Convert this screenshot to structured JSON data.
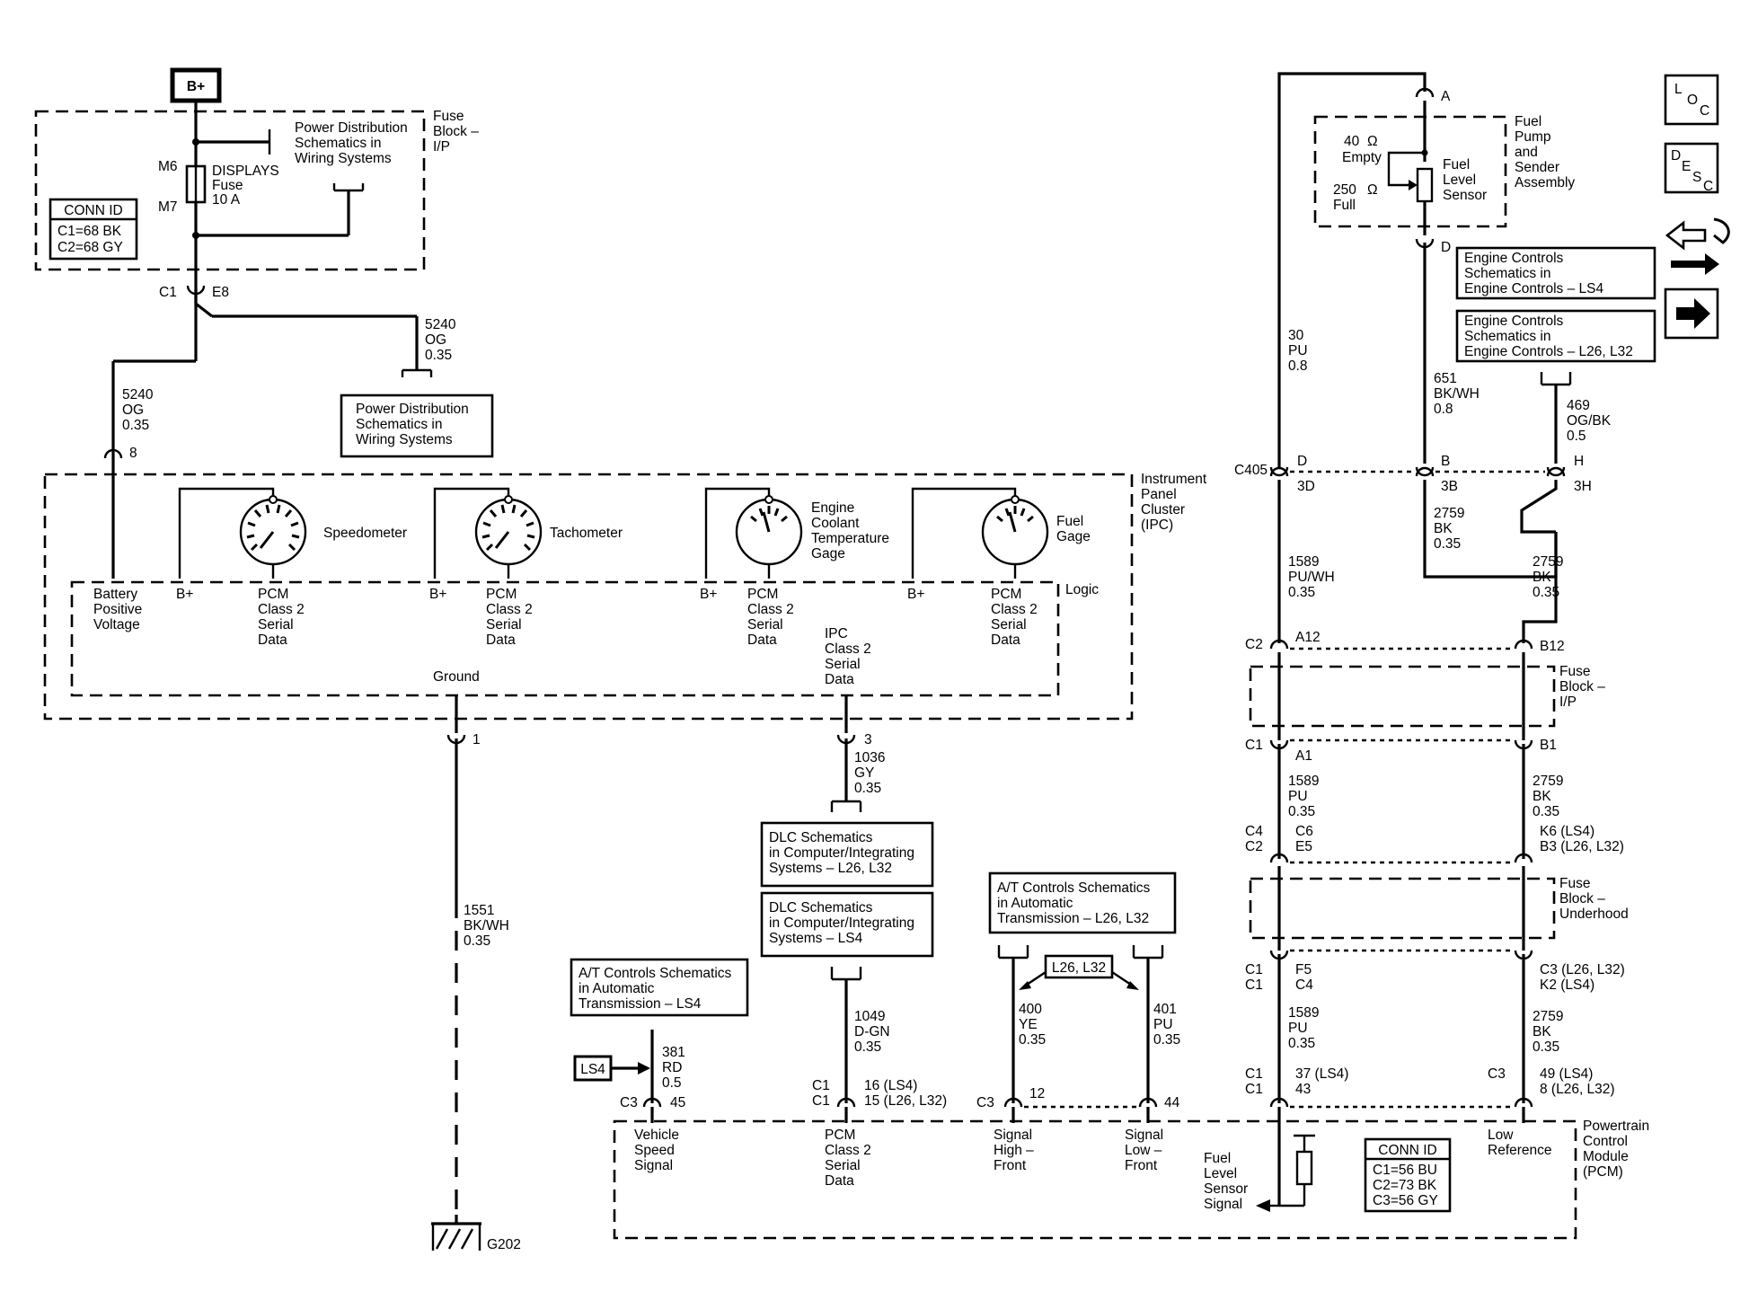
{
  "bplus_top": "B+",
  "fuse_block_ip": [
    "Fuse",
    "Block –",
    "I/P"
  ],
  "power_dist_ref_1": [
    "Power Distribution",
    "Schematics in",
    "Wiring  Systems"
  ],
  "fuse": {
    "pin_top": "M6",
    "pin_bottom": "M7",
    "name": "DISPLAYS",
    "line2": "Fuse",
    "rating": "10 A"
  },
  "conn_id_top": {
    "title": "CONN ID",
    "lines": [
      "C1=68 BK",
      "C2=68 GY"
    ]
  },
  "splice": {
    "left": "C1",
    "right": "E8"
  },
  "wire_5240_right": [
    "5240",
    "OG",
    "0.35"
  ],
  "power_dist_ref_2": [
    "Power Distribution",
    "Schematics in",
    "Wiring Systems"
  ],
  "wire_5240_left": [
    "5240",
    "OG",
    "0.35"
  ],
  "ipc_pin_8": "8",
  "ipc_label": [
    "Instrument",
    "Panel",
    "Cluster",
    "(IPC)"
  ],
  "logic_label": "Logic",
  "gauges": {
    "speedometer": "Speedometer",
    "tachometer": "Tachometer",
    "coolant": [
      "Engine",
      "Coolant",
      "Temperature",
      "Gage"
    ],
    "fuel": [
      "Fuel",
      "Gage"
    ]
  },
  "bplus_small": "B+",
  "battery_positive": [
    "Battery",
    "Positive",
    "Voltage"
  ],
  "pcm_serial": [
    "PCM",
    "Class 2",
    "Serial",
    "Data"
  ],
  "ipc_serial": [
    "IPC",
    "Class 2",
    "Serial",
    "Data"
  ],
  "ground_label": "Ground",
  "ipc_pin_1": "1",
  "ipc_pin_3": "3",
  "wire_1036": [
    "1036",
    "GY",
    "0.35"
  ],
  "dlc_ref_1": [
    "DLC Schematics",
    "in Computer/Integrating",
    "Systems – L26, L32"
  ],
  "dlc_ref_2": [
    "DLC Schematics",
    "in Computer/Integrating",
    "Systems – LS4"
  ],
  "wire_1551": [
    "1551",
    "BK/WH",
    "0.35"
  ],
  "ground_id": "G202",
  "at_ref_ls4": [
    "A/T Controls Schematics",
    "in Automatic",
    "Transmission – LS4"
  ],
  "ls4_tag": "LS4",
  "wire_381": [
    "381",
    "RD",
    "0.5"
  ],
  "pin_c3": "C3",
  "pin_45": "45",
  "wire_1049": [
    "1049",
    "D-GN",
    "0.35"
  ],
  "pcm_c1_pair": [
    "C1",
    "C1"
  ],
  "pcm_pin_16_15": [
    "16 (LS4)",
    "15 (L26, L32)"
  ],
  "at_ref_l26": [
    "A/T Controls Schematics",
    "in Automatic",
    "Transmission – L26, L32"
  ],
  "l26_tag": "L26, L32",
  "wire_400": [
    "400",
    "YE",
    "0.35"
  ],
  "wire_401": [
    "401",
    "PU",
    "0.35"
  ],
  "pin_12": "12",
  "pin_44": "44",
  "pcm_inputs": {
    "vss": [
      "Vehicle",
      "Speed",
      "Signal"
    ],
    "serial": [
      "PCM",
      "Class 2",
      "Serial",
      "Data"
    ],
    "sig_high": [
      "Signal",
      "High –",
      "Front"
    ],
    "sig_low": [
      "Signal",
      "Low –",
      "Front"
    ],
    "fuel_level": [
      "Fuel",
      "Level",
      "Sensor",
      "Signal"
    ],
    "low_ref": [
      "Low",
      "Reference"
    ]
  },
  "pcm_label": [
    "Powertrain",
    "Control",
    "Module",
    "(PCM)"
  ],
  "conn_id_pcm": {
    "title": "CONN ID",
    "lines": [
      "C1=56 BU",
      "C2=73 BK",
      "C3=56 GY"
    ]
  },
  "fuel_pump_pin_a": "A",
  "fuel_pump_pin_d": "D",
  "sensor": {
    "r1": "40",
    "r1_label": "Empty",
    "r2": "250",
    "r2_label": "Full",
    "name": [
      "Fuel",
      "Level",
      "Sensor"
    ]
  },
  "fuel_pump_label": [
    "Fuel",
    "Pump",
    "and",
    "Sender",
    "Assembly"
  ],
  "ec_ref_ls4": [
    "Engine Controls",
    "Schematics in",
    "Engine Controls – LS4"
  ],
  "ec_ref_l26": [
    "Engine Controls",
    "Schematics in",
    "Engine Controls – L26, L32"
  ],
  "wire_30": [
    "30",
    "PU",
    "0.8"
  ],
  "wire_651": [
    "651",
    "BK/WH",
    "0.8"
  ],
  "wire_469": [
    "469",
    "OG/BK",
    "0.5"
  ],
  "c405": {
    "name": "C405",
    "d": "D",
    "d_inner": "3D",
    "b": "B",
    "b_inner": "3B",
    "h": "H",
    "h_inner": "3H"
  },
  "wire_2759_inner": [
    "2759",
    "BK",
    "0.35"
  ],
  "wire_1589_pwh": [
    "1589",
    "PU/WH",
    "0.35"
  ],
  "wire_2759_a": [
    "2759",
    "BK",
    "0.35"
  ],
  "c2_row": {
    "c": "C2",
    "a": "A12",
    "b": "B12"
  },
  "fuse_block_ip_2": [
    "Fuse",
    "Block –",
    "I/P"
  ],
  "c1_row": {
    "c": "C1",
    "a": "A1",
    "b": "B1"
  },
  "wire_1589_pu_a": [
    "1589",
    "PU",
    "0.35"
  ],
  "wire_2759_b": [
    "2759",
    "BK",
    "0.35"
  ],
  "c4c2_row": {
    "c": [
      "C4",
      "C2"
    ],
    "a": [
      "C6",
      "E5"
    ],
    "b": [
      "K6 (LS4)",
      "B3 (L26, L32)"
    ]
  },
  "fuse_block_underhood": [
    "Fuse",
    "Block –",
    "Underhood"
  ],
  "c1c1_row": {
    "c": [
      "C1",
      "C1"
    ],
    "a": [
      "F5",
      "C4"
    ],
    "b": [
      "C3 (L26, L32)",
      "K2 (LS4)"
    ]
  },
  "wire_1589_pu_b": [
    "1589",
    "PU",
    "0.35"
  ],
  "wire_2759_c": [
    "2759",
    "BK",
    "0.35"
  ],
  "pcm_right_pins": {
    "c": [
      "C1",
      "C1"
    ],
    "a": [
      "37 (LS4)",
      "43"
    ],
    "c3": "C3",
    "b": [
      "49 (LS4)",
      "8 (L26, L32)"
    ]
  },
  "nav_icons": {
    "loc": [
      "L",
      "O",
      "C"
    ],
    "desc": [
      "D",
      "E",
      "S",
      "C"
    ]
  }
}
